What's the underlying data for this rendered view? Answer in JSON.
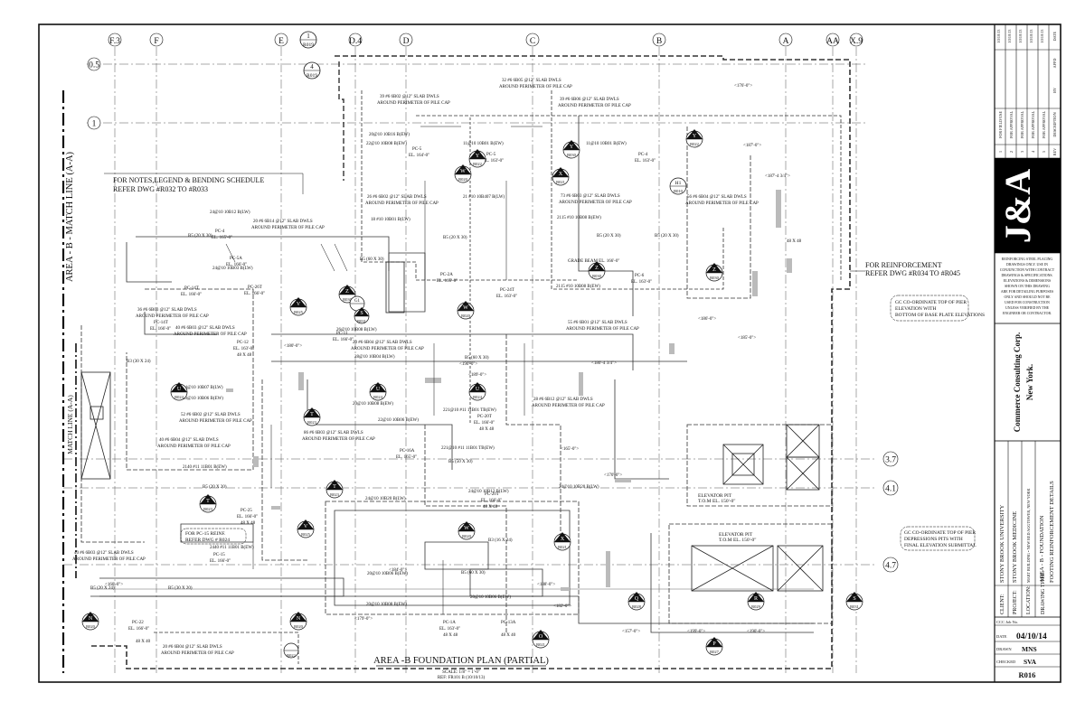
{
  "grid": {
    "columns": [
      "F.3",
      "F",
      "E",
      "D.4",
      "D",
      "C",
      "B",
      "A",
      "AA",
      "X.9"
    ],
    "rows": [
      "0.5",
      "1"
    ],
    "right_rows": [
      "3.7",
      "4.1",
      "4.7"
    ],
    "top_markers": [
      "1",
      "4"
    ],
    "top_marker_ref": "R019"
  },
  "match_lines": {
    "left": "AREA - B - MATCH LINE (A-A)",
    "inner": "MATCH LINE (A-A)"
  },
  "notes": {
    "legend_line1": "FOR NOTES,LEGEND & BENDING SCHEDULE",
    "legend_line2": "REFER DWG #R032 TO #R033",
    "reinf_line1": "FOR REINFORCEMENT",
    "reinf_line2": "REFER DWG #R034 TO #R045",
    "gc_pier_1": [
      "GC CO-ORDINATE TOP OF PIER",
      "ELEVATION WITH",
      "BOTTOM OF BASE PLATE ELEVATIONS"
    ],
    "gc_pier_2": [
      "GC CO-ORDINATE TOP OF PIER",
      "DEPRESSIONS PITS WITH",
      "FINAL ELEVATION SUBMITTAL"
    ],
    "pc_reinf": [
      "FOR PC-15 REINF.",
      "REFER DWG # R024"
    ],
    "elevator_1": [
      "ELEVATOR PIT",
      "T.O.M EL. 150'-0\""
    ],
    "elevator_2": [
      "ELEVATOR PIT",
      "T.O.M EL. 150'-0\""
    ]
  },
  "labels": {
    "slab_dwls": "SLAB DWLS",
    "around_perimeter": "AROUND PERIMETER OF PILE CAP",
    "slab_b1": "39 #6 6B02 @12\" SLAB DWLS",
    "slab_b2": "32 #6 6B05 @12\" SLAB DWLS",
    "slab_b3": "39 #6 6B06 @12\" SLAB DWLS",
    "slab_b4": "26 #6 6B02 @12\" SLAB DWLS",
    "slab_b5": "73 #6 6B03 @12\" SLAB DWLS",
    "slab_b6": "56 #6 6B04 @12\" SLAB DWLS",
    "slab_b7": "36 #6 6B03 @12\" SLAB DWLS",
    "slab_b8": "40 #6 6B03 @12\" SLAB DWLS",
    "slab_b9": "20 #6 6B04 @12\" SLAB DWLS",
    "slab_b10": "55 #6 6B01 @12\" SLAB DWLS",
    "slab_b11": "52 #6 6B02 @12\" SLAB DWLS",
    "slab_b12": "86 #6 6B03 @12\" SLAB DWLS",
    "slab_b13": "40 #6 6B04 @12\" SLAB DWLS",
    "slab_b14": "28 #6 6B12 @12\" SLAB DWLS",
    "slab_b15": "20 #6 6B14 @12\" SLAB DWLS",
    "bar_1": "20@10 10B16 B(EW)",
    "bar_2": "11@10 10B01 B(EW)",
    "bar_3": "21 #10 10B407 B(LW)",
    "bar_4": "18 #10 10B01 B(LW)",
    "bar_5": "22@10 10B08 B(EW)",
    "bar_6": "24@10 10B03 B(LW)",
    "bar_7": "26@10 10B08 B(LW)",
    "bar_8": "28@10 10B04 B(LW)",
    "bar_9": "24@10 10B07 B(LW)",
    "bar_10": "20@10 10B06 B(EW)",
    "bar_11": "24@10 10B12 B(LW)",
    "bar_12": "24@10 10B20 B(LW)",
    "bar_13": "22@10 10B06 B(EW)",
    "bar_14": "20@10 10B08 B(EW)",
    "bar_15": "2140 #11 11B01 B(EW)",
    "bar_16": "2440 #11 11B01 B(EW)",
    "bar_17": "2115 #10 10B08 B(EW)",
    "bar_18": "221@10 #11 11B01 TB(EW)",
    "pc_1": "PC-5",
    "pc_2": "PC-4",
    "pc_3": "PC-5A",
    "pc_4": "PC-2A",
    "pc_5": "PC-11",
    "pc_6": "PC-12",
    "pc_7": "PC-26T",
    "pc_8": "PC-14T",
    "pc_9": "PC-24T",
    "pc_10": "PC-16A",
    "pc_11": "PC-20T",
    "pc_12": "PC-6",
    "pc_13": "PC-1A",
    "pc_14": "PC-15",
    "pc_15": "PC-22",
    "pc_16": "PC-13A",
    "pc_17": "PC-25",
    "el_1": "EL. 164'-0\"",
    "el_2": "EL. 163'-0\"",
    "el_3": "EL. 166'-0\"",
    "el_4": "EL. 165'-0\"",
    "el_5": "EL. 160'-0\"",
    "size_1": "48 X 48",
    "size_2": "48 X 40",
    "size_3": "B5 (20 X 30)",
    "size_4": "B5 (60 X 30)",
    "size_5": "B3 (30 X 24)",
    "size_6": "B5 (50 X 30)",
    "size_7": "B5 (20 X 20)",
    "size_8": "B5 (30 X 20)",
    "size_9": "B5 (20 X 24)",
    "size_10": "B3 (16 X 24)",
    "dim_1": "<176'-0\">",
    "dim_2": "<187'-0\">",
    "dim_3": "<187'-4 3/4\">",
    "dim_4": "<185'-0\">",
    "dim_5": "<186'-0\">",
    "dim_6": "<189'-0\">",
    "dim_7": "<190'-0\">",
    "dim_8": "<165'-0\">",
    "dim_9": "<170'-0\">",
    "dim_10": "<157'-0\">",
    "dim_11": "<199'-0\">",
    "dim_12": "<190'-0\">",
    "dim_13": "<180'-4 3/4\">",
    "dim_14": "<180'-0\">",
    "dim_15": "<184'-0\">",
    "dim_16": "<179'-0\">",
    "dim_17": "<188'-0\">",
    "dim_18": "<182'-0\">",
    "dim_19": "<160'-0\">",
    "grade_beam": "GRADE BEAM EL. 166'-0\"",
    "sheet_refs": [
      "R010",
      "R020",
      "R021",
      "R022",
      "R023",
      "R024",
      "R025",
      "R026",
      "R027",
      "R028",
      "R029",
      "R030",
      "R031"
    ]
  },
  "sections": {
    "letters": [
      "Y",
      "W",
      "X",
      "Z",
      "Y",
      "Z",
      "V",
      "U",
      "T",
      "S",
      "R",
      "Q",
      "P",
      "O",
      "N",
      "N"
    ],
    "refs": [
      "R022",
      "R020",
      "R021",
      "R030",
      "R030",
      "R026",
      "R025",
      "R024",
      "R023",
      "R031",
      "R029",
      "R028",
      "R027",
      "R021",
      "R020",
      "R030"
    ]
  },
  "plan_title": {
    "title": "AREA -B  FOUNDATION PLAN (PARTIAL)",
    "scale": "SCALE: 1/8\" = 1'-0\"",
    "ref": "REF: FR101 B (10/10/13)"
  },
  "title_block": {
    "revisions": [
      {
        "no": "1",
        "desc": "FOR FIELD USE",
        "date": "10/10/13"
      },
      {
        "no": "2",
        "desc": "FOR APPROVAL",
        "date": "10/10/13"
      },
      {
        "no": "3",
        "desc": "FOR APPROVAL",
        "date": "10/10/13"
      },
      {
        "no": "4",
        "desc": "FOR APPROVAL",
        "date": "10/10/13"
      },
      {
        "no": "5",
        "desc": "FOR APPROVAL",
        "date": "10/10/13"
      }
    ],
    "rev_headers": [
      "REV",
      "DESCRIPTION",
      "BY",
      "APPD",
      "DATE"
    ],
    "logo": "J&A",
    "disclaimer": [
      "REINFORCING STEEL PLACING",
      "DRAWINGS ONLY. USE IN",
      "CONJUNCTION WITH CONTRACT",
      "DRAWINGS & SPECIFICATIONS.",
      "ELEVATIONS & DIMENSIONS",
      "SHOWN ON THIS DRAWING",
      "ARE FOR DETAILING PURPOSES",
      "ONLY AND SHOULD NOT BE",
      "USED FOR CONSTRUCTION",
      "UNLESS VERIFIED BY THE",
      "ENGINEER OR CONTRACTOR."
    ],
    "company": "Commerce Consulting Corp.",
    "city": "New York.",
    "client_label": "CLIENT:",
    "client": "STONY BROOK UNIVERSITY",
    "project_label": "PROJECT:",
    "project": "STONY BROOK MEDICINE",
    "location_label": "LOCATION:",
    "location": "MART BUILDING • NEW RED AGGTOWER, NEW YORK",
    "drawing_title_label": "DRAWING TITLE:",
    "drawing_title_1": "AREA - B - FOUNDATION",
    "drawing_title_2": "FOOTING REINFORCEMENT DETAILS",
    "ccc_job_label": "CCC Job No.",
    "date_label": "DATE",
    "date": "04/10/14",
    "drawn_label": "DRAWN",
    "drawn": "MNS",
    "checked_label": "CHECKED",
    "checked": "SVA",
    "dwg_no": "R016"
  }
}
